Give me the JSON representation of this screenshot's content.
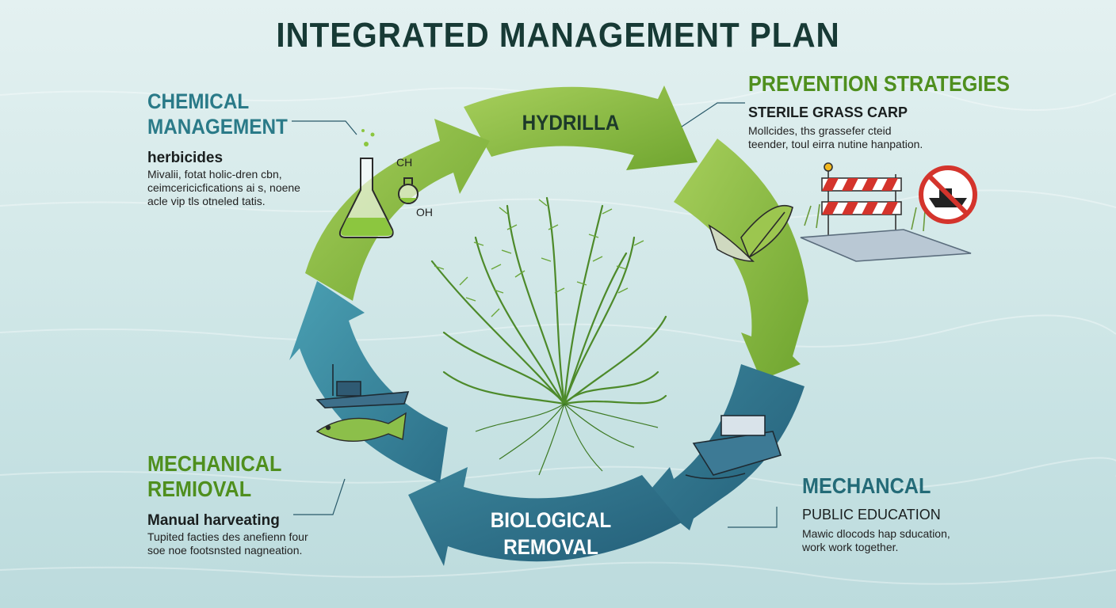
{
  "title": "INTEGRATED MANAGEMENT PLAN",
  "ring": {
    "top": "HYDRILLA",
    "bottom_line1": "BIOLOGICAL",
    "bottom_line2": "REMOVAL"
  },
  "chemical": {
    "heading_line1": "CHEMICAL",
    "heading_line2": "MANAGEMENT",
    "subheading": "herbicides",
    "body": [
      "Mivalii, fotat holic-dren cbn,",
      "ceimcericicfications ai s, noene",
      "acle vip tls otneled tatis."
    ],
    "formula_top": "CH",
    "formula_bottom": "OH"
  },
  "prevention": {
    "heading": "PREVENTION STRATEGIES",
    "subheading": "STERILE GRASS CARP",
    "body": [
      "Mollcides, ths grassefer cteid",
      "teender, toul eirra nutine hanpation."
    ]
  },
  "mechanical_removal": {
    "heading_line1": "MECHANICAL",
    "heading_line2": "REMIOVAL",
    "subheading": "Manual harveating",
    "body": [
      "Tupited facties des anefienn four",
      "soe noe footsnsted nagneation."
    ]
  },
  "mechancal": {
    "heading": "MECHANCAL",
    "subheading": "PUBLIC EDUCATION",
    "body": [
      "Mawic dlocods hap sducation,",
      "work work together."
    ]
  },
  "colors": {
    "green_arrow": "#7fb03a",
    "green_light": "#9cc64f",
    "teal_arrow": "#3f8ea3",
    "teal_dark": "#2f6f86",
    "heading_teal": "#2a7a88",
    "heading_green": "#4f8f1e"
  }
}
